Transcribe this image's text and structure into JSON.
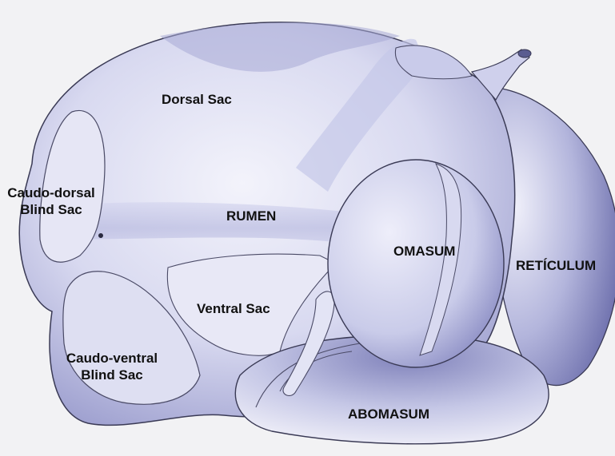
{
  "labels": {
    "dorsal_sac": "Dorsal Sac",
    "caudo_dorsal": [
      "Caudo-dorsal",
      "Blind Sac"
    ],
    "rumen": "RUMEN",
    "omasum": "OMASUM",
    "reticulum": "RETÍCULUM",
    "ventral_sac": "Ventral Sac",
    "caudo_ventral": [
      "Caudo-ventral",
      "Blind Sac"
    ],
    "abomasum": "ABOMASUM"
  },
  "colors": {
    "paper": "#f2f2f4",
    "organ_fill": "#d9daf0",
    "shade": "#8587c2",
    "outline": "#3a3a55",
    "label": "#111111"
  }
}
